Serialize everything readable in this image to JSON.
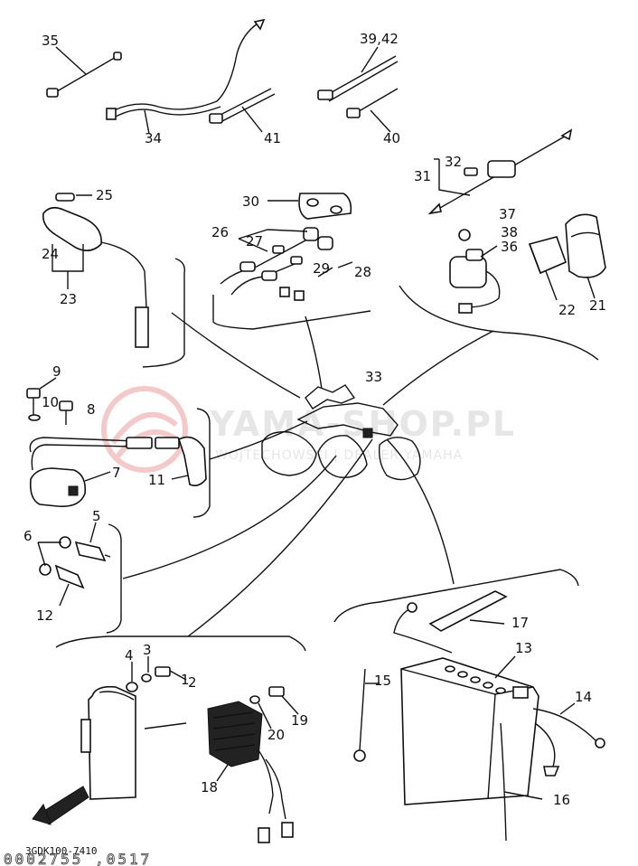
{
  "watermark": {
    "title": "YAMA-SHOP.PL",
    "subtitle": "WOJTECHOWSKI | DEALER YAMAHA"
  },
  "diagram_code": "3GDK100-7410",
  "bottom_code": "0002755 ,0517",
  "callouts": {
    "c1": "1",
    "c2": "2",
    "c3": "3",
    "c4": "4",
    "c5": "5",
    "c6": "6",
    "c7": "7",
    "c8": "8",
    "c9": "9",
    "c10": "10",
    "c11": "11",
    "c12": "12",
    "c13": "13",
    "c14": "14",
    "c15": "15",
    "c16": "16",
    "c17": "17",
    "c18": "18",
    "c19": "19",
    "c20": "20",
    "c21": "21",
    "c22": "22",
    "c23": "23",
    "c24": "24",
    "c25": "25",
    "c26": "26",
    "c27": "27",
    "c28": "28",
    "c29": "29",
    "c30": "30",
    "c31": "31",
    "c32": "32",
    "c33": "33",
    "c34": "34",
    "c35": "35",
    "c36": "36",
    "c37": "37",
    "c38": "38",
    "c39_42": "39,42",
    "c40": "40",
    "c41": "41"
  }
}
